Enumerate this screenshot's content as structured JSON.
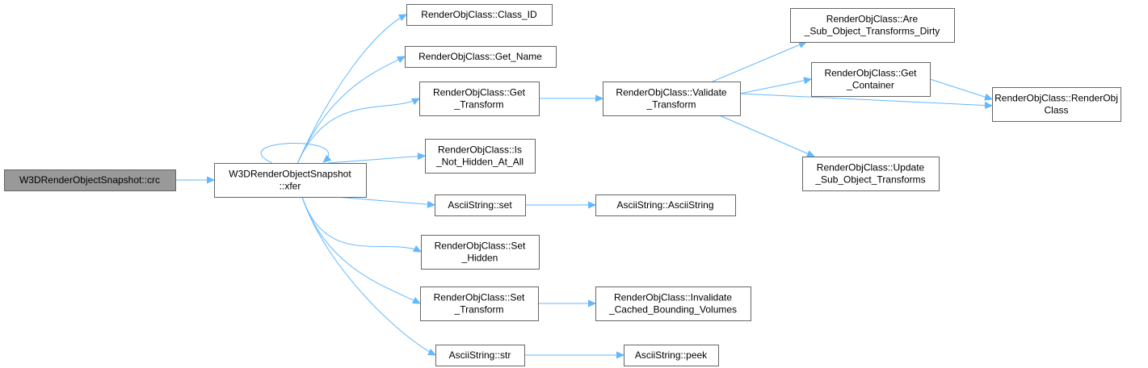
{
  "nodes": [
    {
      "id": "crc",
      "lines": [
        "W3DRenderObjectSnapshot::crc"
      ],
      "root": true
    },
    {
      "id": "xfer",
      "lines": [
        "W3DRenderObjectSnapshot",
        "::xfer"
      ]
    },
    {
      "id": "classid",
      "lines": [
        "RenderObjClass::Class_ID"
      ]
    },
    {
      "id": "getname",
      "lines": [
        "RenderObjClass::Get_Name"
      ]
    },
    {
      "id": "gettransform",
      "lines": [
        "RenderObjClass::Get",
        "_Transform"
      ]
    },
    {
      "id": "isnothidden",
      "lines": [
        "RenderObjClass::Is",
        "_Not_Hidden_At_All"
      ]
    },
    {
      "id": "asciiset",
      "lines": [
        "AsciiString::set"
      ]
    },
    {
      "id": "sethidden",
      "lines": [
        "RenderObjClass::Set",
        "_Hidden"
      ]
    },
    {
      "id": "settransform",
      "lines": [
        "RenderObjClass::Set",
        "_Transform"
      ]
    },
    {
      "id": "asciistr",
      "lines": [
        "AsciiString::str"
      ]
    },
    {
      "id": "validate",
      "lines": [
        "RenderObjClass::Validate",
        "_Transform"
      ]
    },
    {
      "id": "asciictor",
      "lines": [
        "AsciiString::AsciiString"
      ]
    },
    {
      "id": "invalidate",
      "lines": [
        "RenderObjClass::Invalidate",
        "_Cached_Bounding_Volumes"
      ]
    },
    {
      "id": "peek",
      "lines": [
        "AsciiString::peek"
      ]
    },
    {
      "id": "aredirty",
      "lines": [
        "RenderObjClass::Are",
        "_Sub_Object_Transforms_Dirty"
      ]
    },
    {
      "id": "getcontainer",
      "lines": [
        "RenderObjClass::Get",
        "_Container"
      ]
    },
    {
      "id": "update",
      "lines": [
        "RenderObjClass::Update",
        "_Sub_Object_Transforms"
      ]
    },
    {
      "id": "ctor",
      "lines": [
        "RenderObjClass::RenderObj",
        "Class"
      ]
    }
  ],
  "edges": [
    [
      "crc",
      "xfer"
    ],
    [
      "xfer",
      "xfer"
    ],
    [
      "xfer",
      "classid"
    ],
    [
      "xfer",
      "getname"
    ],
    [
      "xfer",
      "gettransform"
    ],
    [
      "xfer",
      "isnothidden"
    ],
    [
      "xfer",
      "asciiset"
    ],
    [
      "xfer",
      "sethidden"
    ],
    [
      "xfer",
      "settransform"
    ],
    [
      "xfer",
      "asciistr"
    ],
    [
      "gettransform",
      "validate"
    ],
    [
      "asciiset",
      "asciictor"
    ],
    [
      "settransform",
      "invalidate"
    ],
    [
      "asciistr",
      "peek"
    ],
    [
      "validate",
      "aredirty"
    ],
    [
      "validate",
      "getcontainer"
    ],
    [
      "validate",
      "ctor"
    ],
    [
      "validate",
      "update"
    ],
    [
      "getcontainer",
      "ctor"
    ]
  ],
  "colors": {
    "edge": "#63b8ff",
    "root_fill": "#999999",
    "node_fill": "#ffffff",
    "border": "#666666"
  }
}
